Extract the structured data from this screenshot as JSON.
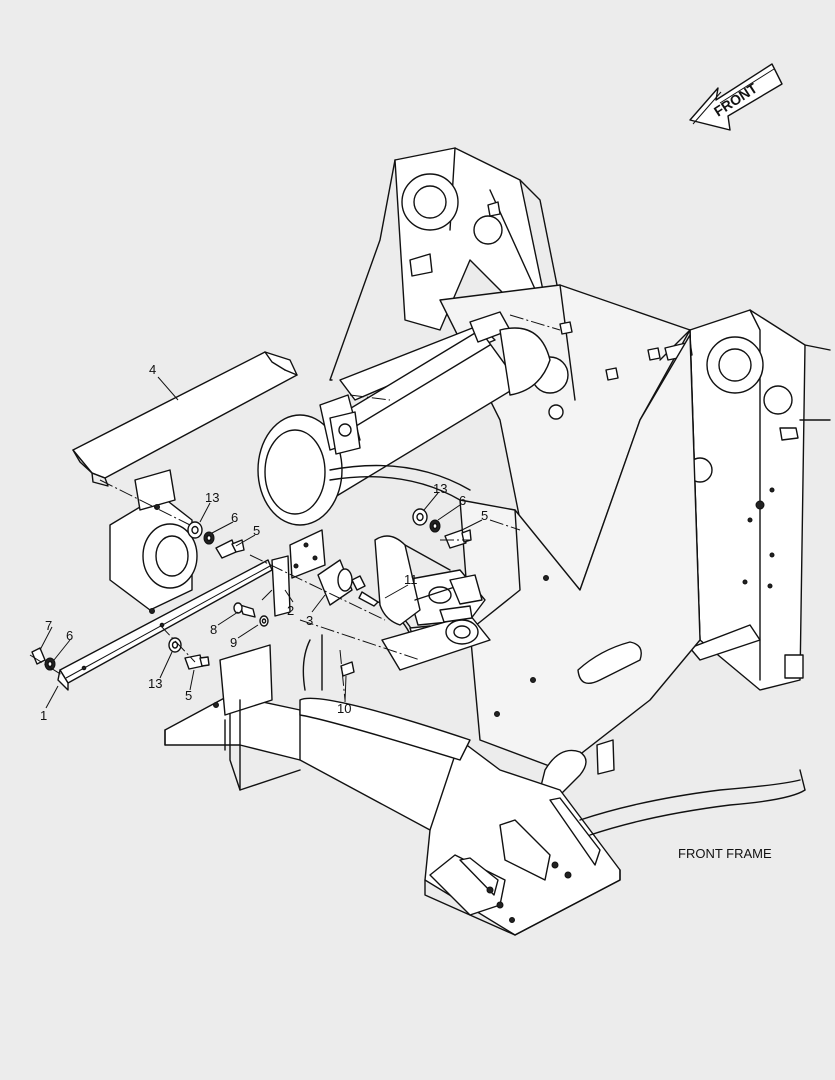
{
  "direction_label": "FRONT",
  "title": "FRONT FRAME",
  "callouts": [
    {
      "id": "c4",
      "text": "4"
    },
    {
      "id": "c13a",
      "text": "13"
    },
    {
      "id": "c6a",
      "text": "6"
    },
    {
      "id": "c5a",
      "text": "5"
    },
    {
      "id": "c13b",
      "text": "13"
    },
    {
      "id": "c6b",
      "text": "6"
    },
    {
      "id": "c5b",
      "text": "5"
    },
    {
      "id": "c11",
      "text": "11"
    },
    {
      "id": "c2",
      "text": "2"
    },
    {
      "id": "c3",
      "text": "3"
    },
    {
      "id": "c8",
      "text": "8"
    },
    {
      "id": "c9",
      "text": "9"
    },
    {
      "id": "c7",
      "text": "7"
    },
    {
      "id": "c6c",
      "text": "6"
    },
    {
      "id": "c1",
      "text": "1"
    },
    {
      "id": "c13c",
      "text": "13"
    },
    {
      "id": "c5c",
      "text": "5"
    },
    {
      "id": "c10",
      "text": "10"
    }
  ]
}
